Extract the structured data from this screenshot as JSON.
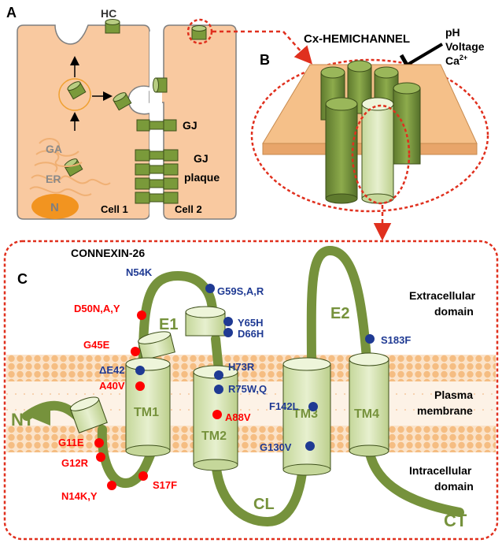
{
  "panels": {
    "a": "A",
    "b": "B",
    "c": "C"
  },
  "panel_a": {
    "hc_label": "HC",
    "ga_label": "GA",
    "er_label": "ER",
    "nucleus_label": "N",
    "gj_label": "GJ",
    "gj_plaque_line1": "GJ",
    "gj_plaque_line2": "plaque",
    "cell1_label": "Cell 1",
    "cell2_label": "Cell 2"
  },
  "panel_b": {
    "title": "Cx-HEMICHANNEL",
    "modulator_ph": "pH",
    "modulator_voltage": "Voltage",
    "modulator_ca": "Ca",
    "modulator_ca_sup": "2+"
  },
  "panel_c": {
    "title": "CONNEXIN-26",
    "nt": "NT",
    "ct": "CT",
    "e1": "E1",
    "e2": "E2",
    "cl": "CL",
    "tm1": "TM1",
    "tm2": "TM2",
    "tm3": "TM3",
    "tm4": "TM4",
    "extracellular_line1": "Extracellular",
    "extracellular_line2": "domain",
    "plasma_line1": "Plasma",
    "plasma_line2": "membrane",
    "intracellular_line1": "Intracellular",
    "intracellular_line2": "domain",
    "mutations": [
      {
        "label": "N54K",
        "color": "navy"
      },
      {
        "label": "G59S,A,R",
        "color": "navy"
      },
      {
        "label": "D50N,A,Y",
        "color": "red"
      },
      {
        "label": "Y65H",
        "color": "navy"
      },
      {
        "label": "D66H",
        "color": "navy"
      },
      {
        "label": "G45E",
        "color": "red"
      },
      {
        "label": "ΔE42",
        "color": "navy"
      },
      {
        "label": "A40V",
        "color": "red"
      },
      {
        "label": "H73R",
        "color": "navy"
      },
      {
        "label": "R75W,Q",
        "color": "navy"
      },
      {
        "label": "A88V",
        "color": "red"
      },
      {
        "label": "F142L",
        "color": "navy"
      },
      {
        "label": "G130V",
        "color": "navy"
      },
      {
        "label": "S183F",
        "color": "navy"
      },
      {
        "label": "G11E",
        "color": "red"
      },
      {
        "label": "G12R",
        "color": "red"
      },
      {
        "label": "N14K,Y",
        "color": "red"
      },
      {
        "label": "S17F",
        "color": "red"
      }
    ]
  },
  "colors": {
    "cell_fill": "#f9c9a0",
    "membrane_orange": "#f0b074",
    "protein_dark": "#76923c",
    "protein_light": "#d6e4b0",
    "mutation_red": "#ff0000",
    "mutation_navy": "#1f3a93",
    "dashed_red": "#e0301e"
  }
}
